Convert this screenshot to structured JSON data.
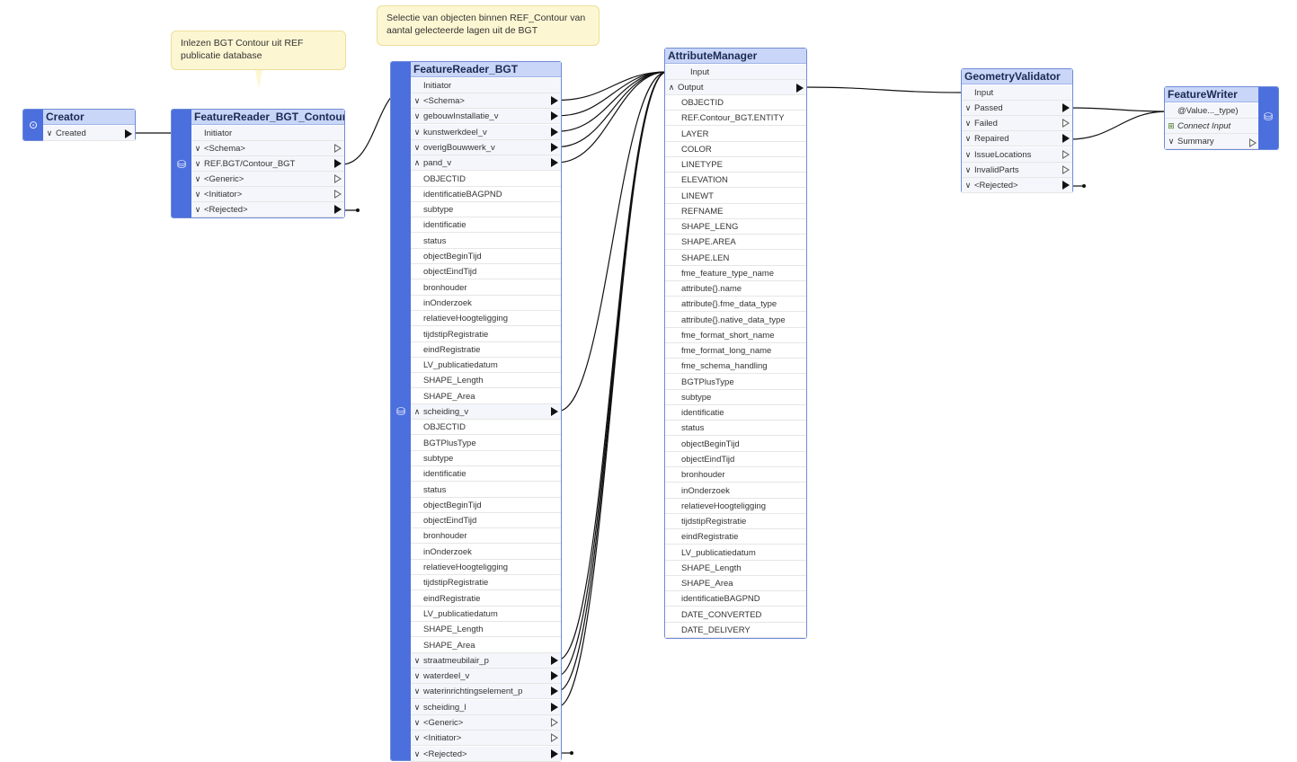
{
  "notes": {
    "contour": "Inlezen BGT Contour uit REF publicatie database",
    "bgt": "Selectie van objecten binnen REF_Contour van aantal gelecteerde lagen uit de BGT"
  },
  "creator": {
    "title": "Creator",
    "port": "Created"
  },
  "reader_contour": {
    "title": "FeatureReader_BGT_Contour",
    "input": "Initiator",
    "ports": [
      "<Schema>",
      "REF.BGT/Contour_BGT",
      "<Generic>",
      "<Initiator>",
      "<Rejected>"
    ]
  },
  "reader_bgt": {
    "title": "FeatureReader_BGT",
    "input": "Initiator",
    "rows": [
      "<Schema>",
      "gebouwInstallatie_v",
      "kunstwerkdeel_v",
      "overigBouwwerk_v",
      "pand_v",
      "OBJECTID",
      "identificatieBAGPND",
      "subtype",
      "identificatie",
      "status",
      "objectBeginTijd",
      "objectEindTijd",
      "bronhouder",
      "inOnderzoek",
      "relatieveHoogteligging",
      "tijdstipRegistratie",
      "eindRegistratie",
      "LV_publicatiedatum",
      "SHAPE_Length",
      "SHAPE_Area",
      "scheiding_v",
      "OBJECTID",
      "BGTPlusType",
      "subtype",
      "identificatie",
      "status",
      "objectBeginTijd",
      "objectEindTijd",
      "bronhouder",
      "inOnderzoek",
      "relatieveHoogteligging",
      "tijdstipRegistratie",
      "eindRegistratie",
      "LV_publicatiedatum",
      "SHAPE_Length",
      "SHAPE_Area",
      "straatmeubilair_p",
      "waterdeel_v",
      "waterinrichtingselement_p",
      "scheiding_l",
      "<Generic>",
      "<Initiator>",
      "<Rejected>"
    ]
  },
  "attr_manager": {
    "title": "AttributeManager",
    "input": "Input",
    "output": "Output",
    "attributes": [
      "OBJECTID",
      "REF.Contour_BGT.ENTITY",
      "LAYER",
      "COLOR",
      "LINETYPE",
      "ELEVATION",
      "LINEWT",
      "REFNAME",
      "SHAPE_LENG",
      "SHAPE.AREA",
      "SHAPE.LEN",
      "fme_feature_type_name",
      "attribute{}.name",
      "attribute{}.fme_data_type",
      "attribute{}.native_data_type",
      "fme_format_short_name",
      "fme_format_long_name",
      "fme_schema_handling",
      "BGTPlusType",
      "subtype",
      "identificatie",
      "status",
      "objectBeginTijd",
      "objectEindTijd",
      "bronhouder",
      "inOnderzoek",
      "relatieveHoogteligging",
      "tijdstipRegistratie",
      "eindRegistratie",
      "LV_publicatiedatum",
      "SHAPE_Length",
      "SHAPE_Area",
      "identificatieBAGPND",
      "DATE_CONVERTED",
      "DATE_DELIVERY"
    ]
  },
  "validator": {
    "title": "GeometryValidator",
    "input": "Input",
    "ports": [
      "Passed",
      "Failed",
      "Repaired",
      "IssueLocations",
      "InvalidParts",
      "<Rejected>"
    ]
  },
  "writer": {
    "title": "FeatureWriter",
    "input": "@Value..._type)",
    "connect": "Connect Input",
    "summary": "Summary"
  },
  "colors": {
    "accent": "#4c6fde",
    "title_bg": "#c9d6f7",
    "note_bg": "#fdf6d2",
    "wire": "#111111"
  }
}
